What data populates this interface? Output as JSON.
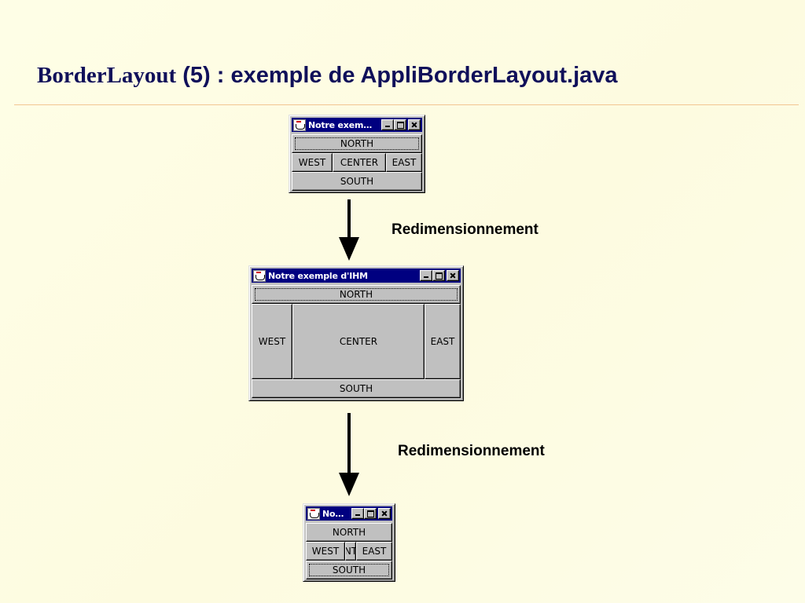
{
  "slide": {
    "title_serif": "BorderLayout",
    "title_sans": " (5) : exemple de AppliBorderLayout.java",
    "resize_label_1": "Redimensionnement",
    "resize_label_2": "Redimensionnement"
  },
  "windows": [
    {
      "title": "Notre exem…",
      "buttons": {
        "north": "NORTH",
        "west": "WEST",
        "center": "CENTER",
        "east": "EAST",
        "south": "SOUTH"
      }
    },
    {
      "title": "Notre exemple d'IHM",
      "buttons": {
        "north": "NORTH",
        "west": "WEST",
        "center": "CENTER",
        "east": "EAST",
        "south": "SOUTH"
      }
    },
    {
      "title": "No…",
      "buttons": {
        "north": "NORTH",
        "west": "WEST",
        "center": "NT",
        "east": "EAST",
        "south": "SOUTH"
      }
    }
  ],
  "icons": {
    "app": "java-coffee-cup-icon",
    "minimize": "minimize-icon",
    "maximize": "maximize-icon",
    "close": "close-icon",
    "arrow": "arrow-down-icon"
  },
  "colors": {
    "titlebar": "#000080",
    "title_text": "#10105a",
    "rule": "#f2c592",
    "window_face": "#c0c0c0"
  }
}
